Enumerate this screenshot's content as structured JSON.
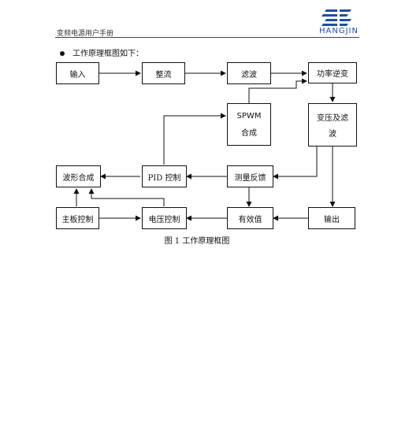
{
  "header": {
    "title": "变频电源用户手册",
    "logo_text": "HANGJIN"
  },
  "intro": {
    "text": "工作原理框图如下："
  },
  "blocks": {
    "input": "输入",
    "rectify": "整流",
    "filter": "滤波",
    "inverter": "功率逆变",
    "spwm_line1": "SPWM",
    "spwm_line2": "合成",
    "transform_line1": "变压及滤",
    "transform_line2": "波",
    "wave_synth": "波形合成",
    "pid": "PID 控制",
    "feedback": "测量反馈",
    "main_ctrl": "主板控制",
    "voltage_ctrl": "电压控制",
    "rms": "有效值",
    "output": "输出"
  },
  "caption": "图 1  工作原理框图",
  "colors": {
    "logo": "#1f4fa3",
    "line": "#111111"
  }
}
